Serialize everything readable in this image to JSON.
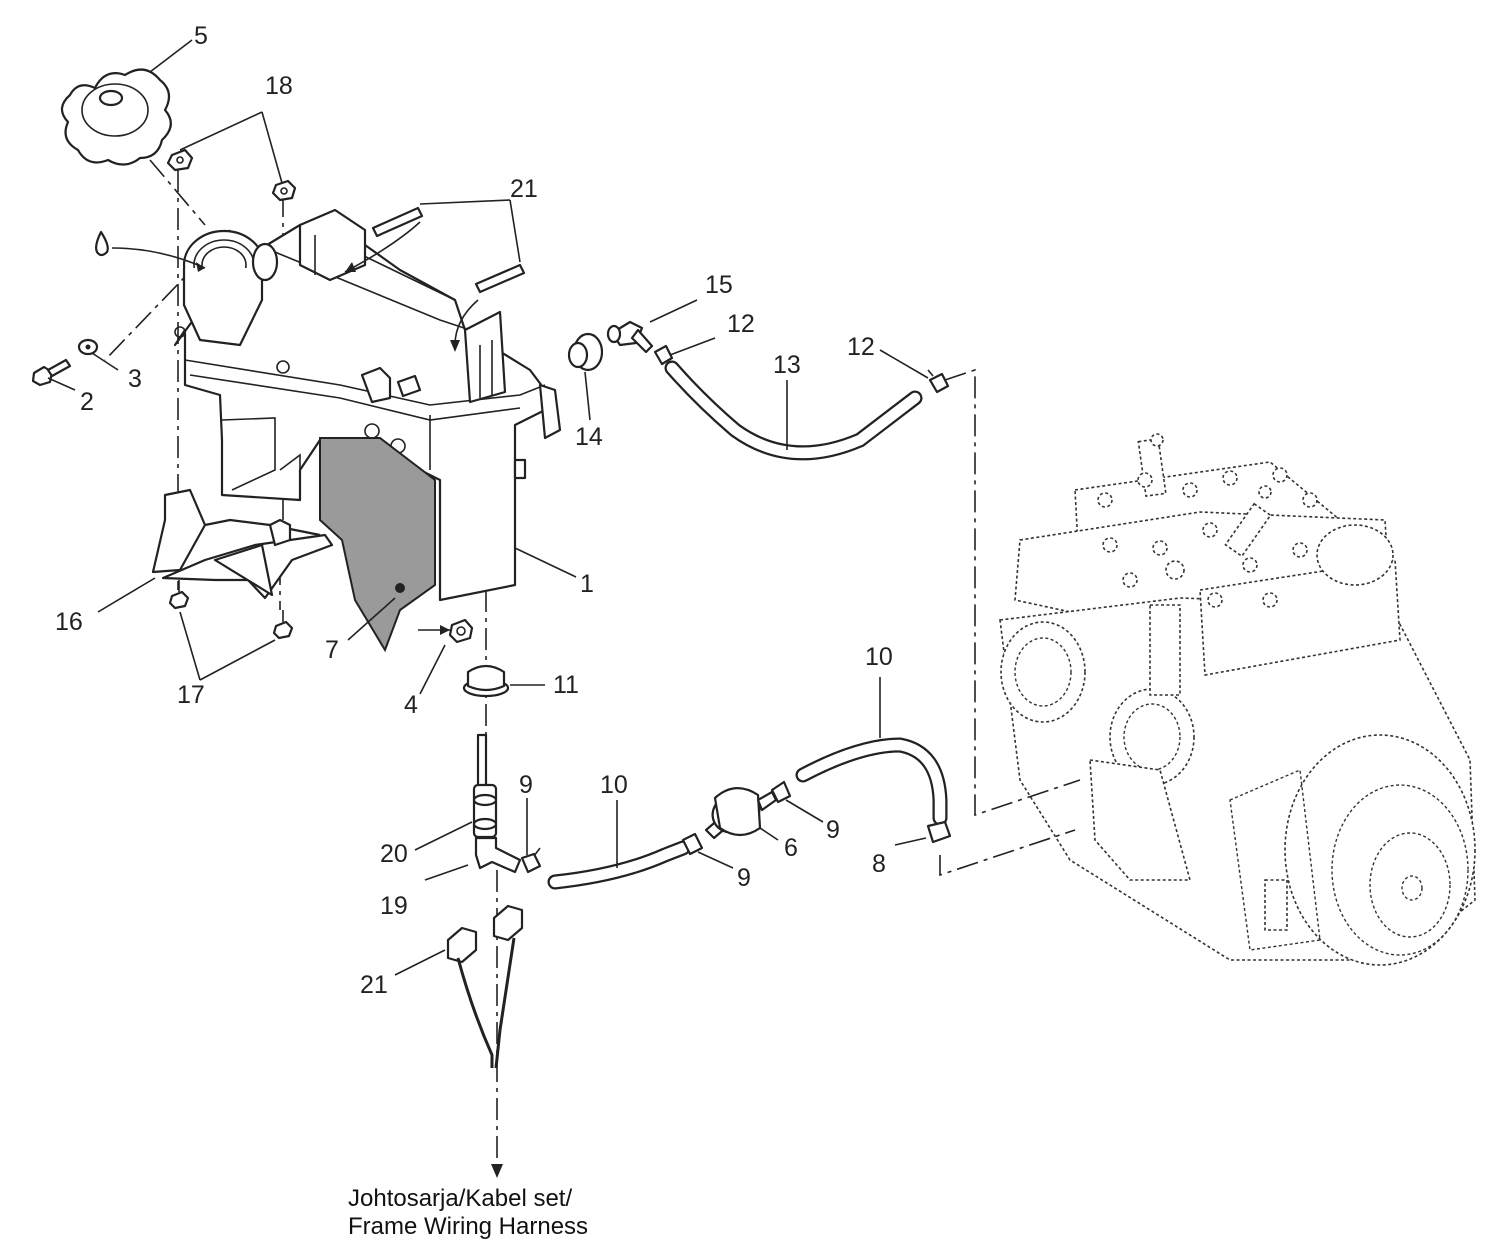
{
  "diagram": {
    "callouts": {
      "c1": "1",
      "c2": "2",
      "c3": "3",
      "c4": "4",
      "c5": "5",
      "c6": "6",
      "c7": "7",
      "c8": "8",
      "c9a": "9",
      "c9b": "9",
      "c9c": "9",
      "c10a": "10",
      "c10b": "10",
      "c11": "11",
      "c12a": "12",
      "c12b": "12",
      "c13": "13",
      "c14": "14",
      "c15": "15",
      "c16": "16",
      "c17": "17",
      "c18": "18",
      "c19": "19",
      "c20": "20",
      "c21a": "21",
      "c21b": "21"
    },
    "caption": {
      "line1": "Johtosarja/Kabel set/",
      "line2": "Frame Wiring Harness"
    },
    "icons": [
      "oil-drop-icon",
      "arrow-down-icon"
    ]
  }
}
